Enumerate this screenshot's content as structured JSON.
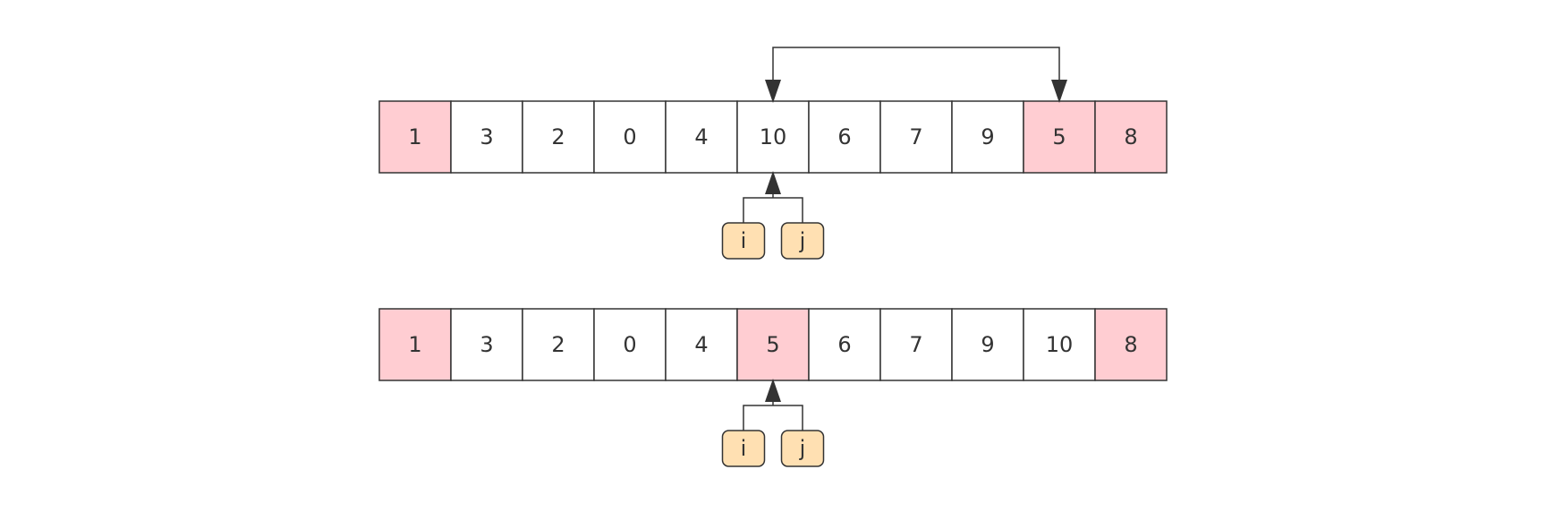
{
  "colors": {
    "highlight": "#ffcdd2",
    "normal": "#ffffff",
    "pointer": "#ffe0b2",
    "stroke": "#333333",
    "text": "#333333"
  },
  "arrays": [
    {
      "name": "before-swap",
      "cells": [
        {
          "value": "1",
          "highlight": true
        },
        {
          "value": "3",
          "highlight": false
        },
        {
          "value": "2",
          "highlight": false
        },
        {
          "value": "0",
          "highlight": false
        },
        {
          "value": "4",
          "highlight": false
        },
        {
          "value": "10",
          "highlight": false
        },
        {
          "value": "6",
          "highlight": false
        },
        {
          "value": "7",
          "highlight": false
        },
        {
          "value": "9",
          "highlight": false
        },
        {
          "value": "5",
          "highlight": true
        },
        {
          "value": "8",
          "highlight": true
        }
      ],
      "swap": {
        "from_index": 5,
        "to_index": 9
      },
      "pointer_index": 5,
      "pointers": [
        "i",
        "j"
      ]
    },
    {
      "name": "after-swap",
      "cells": [
        {
          "value": "1",
          "highlight": true
        },
        {
          "value": "3",
          "highlight": false
        },
        {
          "value": "2",
          "highlight": false
        },
        {
          "value": "0",
          "highlight": false
        },
        {
          "value": "4",
          "highlight": false
        },
        {
          "value": "5",
          "highlight": true
        },
        {
          "value": "6",
          "highlight": false
        },
        {
          "value": "7",
          "highlight": false
        },
        {
          "value": "9",
          "highlight": false
        },
        {
          "value": "10",
          "highlight": false
        },
        {
          "value": "8",
          "highlight": true
        }
      ],
      "swap": null,
      "pointer_index": 5,
      "pointers": [
        "i",
        "j"
      ]
    }
  ]
}
